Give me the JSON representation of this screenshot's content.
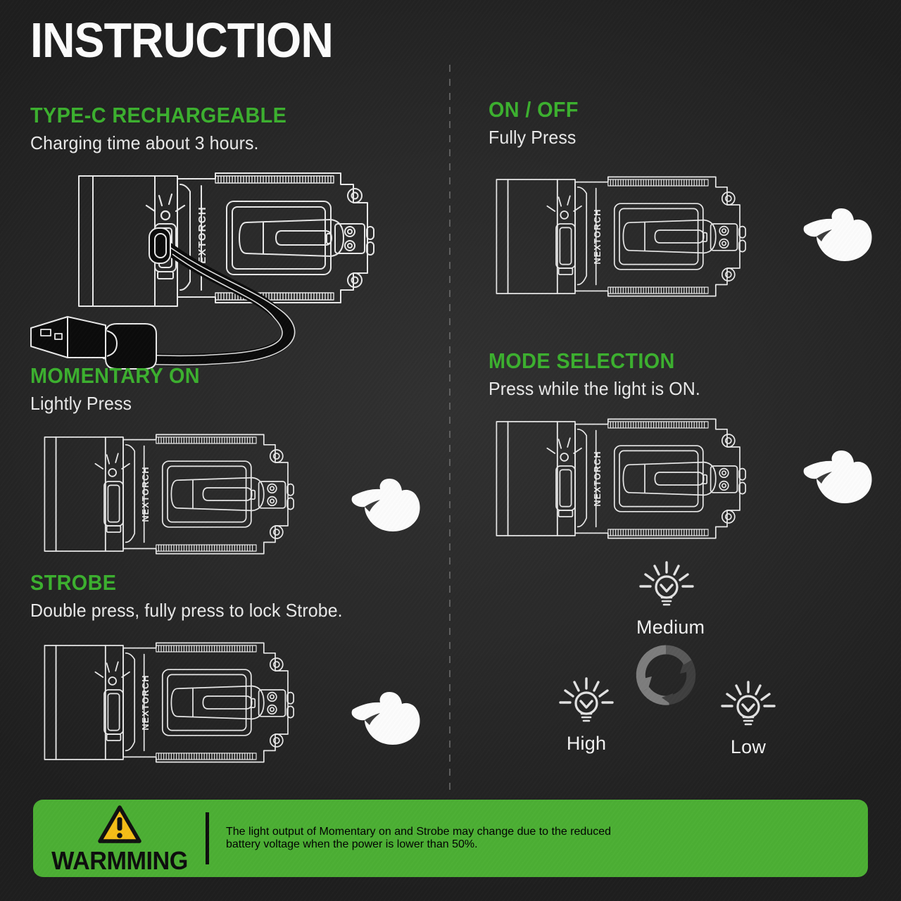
{
  "page": {
    "title": "INSTRUCTION",
    "background_color": "#272727",
    "accent_green": "#3cb02f",
    "banner_green": "#4caf34",
    "warning_triangle_color": "#f5bd17"
  },
  "sections": {
    "type_c": {
      "heading": "TYPE-C RECHARGEABLE",
      "subtext": "Charging time about 3 hours.",
      "brand_label": "NEXTORCH"
    },
    "momentary_on": {
      "heading": "MOMENTARY ON",
      "subtext": "Lightly Press",
      "brand_label": "NEXTORCH"
    },
    "strobe": {
      "heading": "STROBE",
      "subtext": "Double press, fully press to lock Strobe.",
      "brand_label": "NEXTORCH"
    },
    "on_off": {
      "heading": "ON / OFF",
      "subtext": "Fully Press",
      "brand_label": "NEXTORCH"
    },
    "mode_selection": {
      "heading": "MODE SELECTION",
      "subtext": "Press while the light is ON.",
      "brand_label": "NEXTORCH"
    }
  },
  "mode_cycle": {
    "modes": [
      {
        "label": "Medium",
        "position": "top"
      },
      {
        "label": "High",
        "position": "bottom-left"
      },
      {
        "label": "Low",
        "position": "bottom-right"
      }
    ],
    "cycle_icon": "circular-arrows-icon"
  },
  "warning": {
    "icon": "warning-triangle-icon",
    "word": "WARMMING",
    "line1": "The light output of Momentary on and Strobe may change due to the reduced",
    "line2": "battery voltage when the power is lower than 50%."
  }
}
